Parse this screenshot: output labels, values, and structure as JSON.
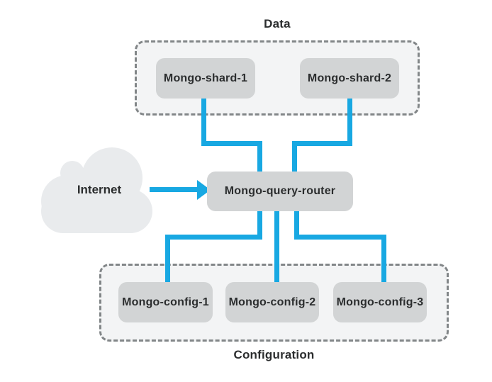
{
  "diagram": {
    "data_group": {
      "label": "Data",
      "nodes": [
        {
          "label": "Mongo-shard-1"
        },
        {
          "label": "Mongo-shard-2"
        }
      ]
    },
    "internet": {
      "label": "Internet"
    },
    "router": {
      "label": "Mongo-query-router"
    },
    "config_group": {
      "label": "Configuration",
      "nodes": [
        {
          "label": "Mongo-config-1"
        },
        {
          "label": "Mongo-config-2"
        },
        {
          "label": "Mongo-config-3"
        }
      ]
    }
  },
  "colors": {
    "connector_blue": "#18a8e2",
    "node_fill": "#d2d4d5",
    "node_text": "#2b2d2e",
    "group_fill": "#f3f4f5",
    "group_border": "#828688",
    "cloud_fill": "#e9ebed",
    "background": "#ffffff"
  }
}
